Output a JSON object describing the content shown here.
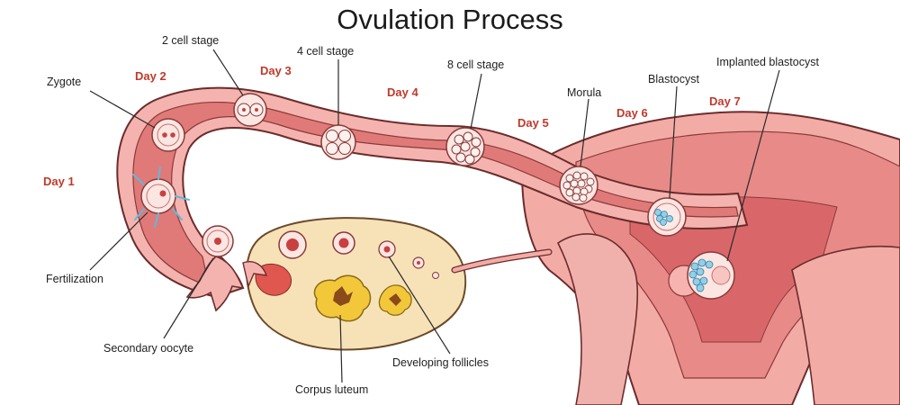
{
  "title": "Ovulation Process",
  "labels": {
    "zygote": "Zygote",
    "two_cell": "2 cell stage",
    "four_cell": "4 cell stage",
    "eight_cell": "8 cell stage",
    "morula": "Morula",
    "blastocyst": "Blastocyst",
    "implanted": "Implanted blastocyst",
    "fertilization": "Fertilization",
    "secondary_oocyte": "Secondary oocyte",
    "developing_follicles": "Developing follicles",
    "corpus_luteum": "Corpus luteum"
  },
  "days": [
    "Day 1",
    "Day 2",
    "Day 3",
    "Day 4",
    "Day 5",
    "Day 6",
    "Day 7"
  ],
  "colors": {
    "day_text": "#c0392b",
    "tube_inner": "#e07a78",
    "tube_outer": "#f4b3ae",
    "ovary": "#f7e2b8",
    "corpus_luteum": "#f2c83a",
    "blastocyst_cells": "#8fd0ea"
  }
}
